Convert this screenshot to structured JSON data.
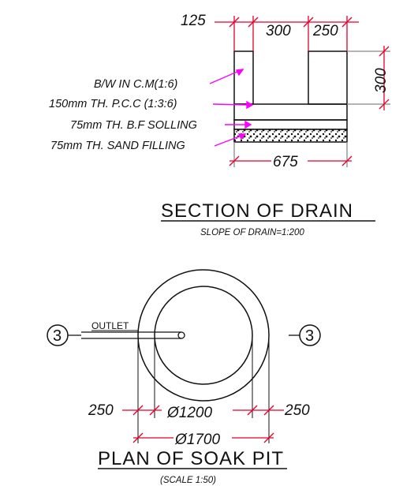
{
  "section": {
    "dims": {
      "top_left": "125",
      "top_mid": "300",
      "top_right": "250",
      "right_height": "300",
      "bottom_width": "675"
    },
    "labels": {
      "bw": "B/W IN C.M(1:6)",
      "pcc": "150mm TH. P.C.C (1:3:6)",
      "bf": "75mm TH. B.F SOLLING",
      "sand": "75mm TH. SAND FILLING"
    },
    "title": "SECTION  OF  DRAIN",
    "subtitle": "SLOPE OF DRAIN=1:200"
  },
  "plan": {
    "marker_left": "3",
    "marker_right": "3",
    "outlet": "OUTLET",
    "dims": {
      "left": "250",
      "inner": "Ø1200",
      "right": "250",
      "outer": "Ø1700"
    },
    "title": "PLAN  OF  SOAK  PIT",
    "scale": "(SCALE 1:50)"
  },
  "colors": {
    "dimension": "#e4002b",
    "leader": "#ff00ff",
    "line": "#111111"
  }
}
